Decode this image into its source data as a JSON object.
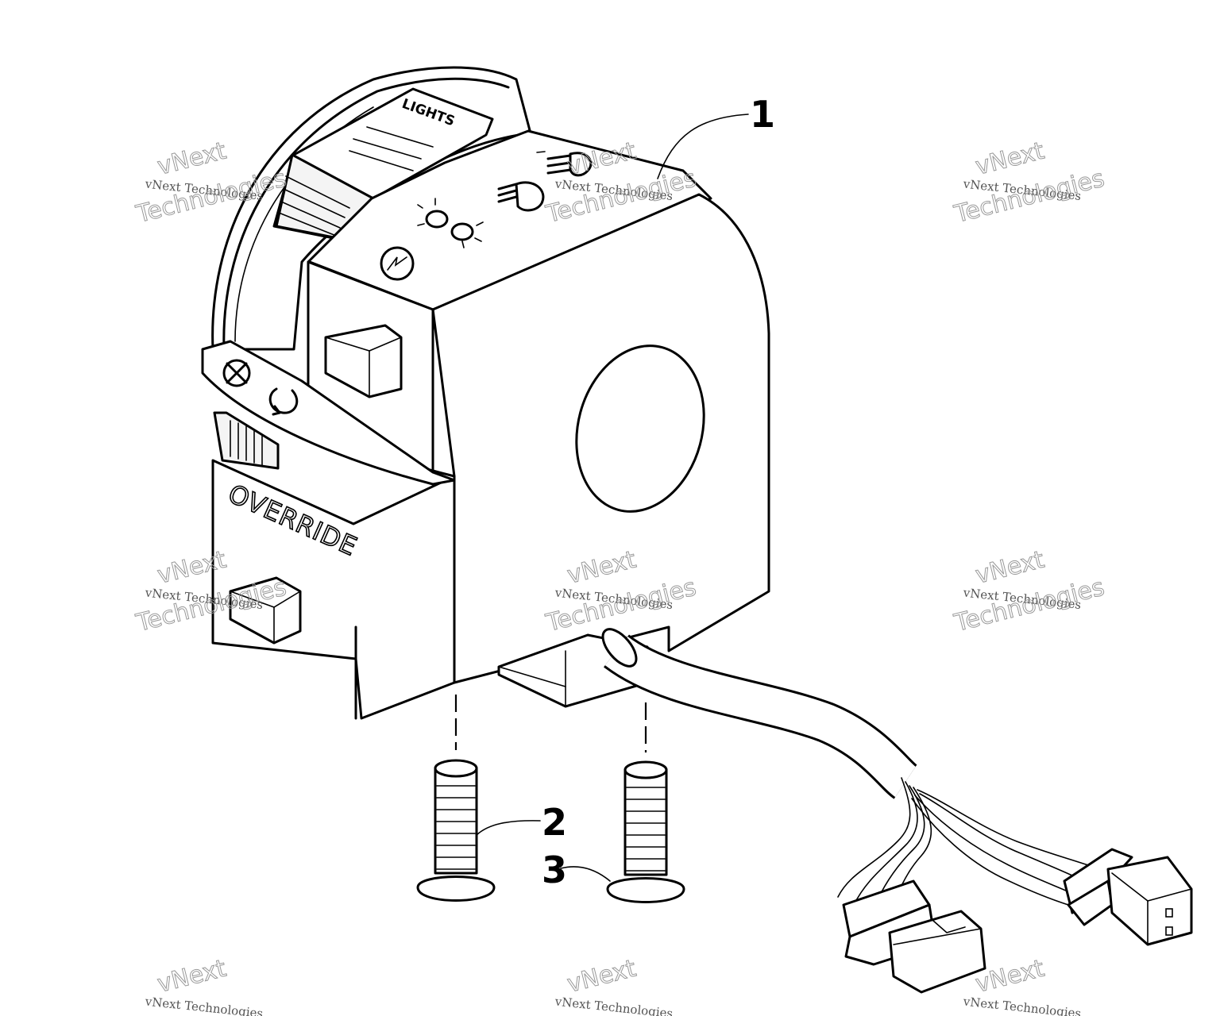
{
  "callouts": {
    "part1": "1",
    "part2": "2",
    "part3": "3"
  },
  "labels": {
    "lights": "LIGHTS",
    "override": "OVERRIDE"
  },
  "watermark": {
    "line1": "vNext Technologies",
    "big1": "vNext",
    "big2": "Technologies"
  },
  "icons": [
    "high-beam-icon",
    "low-beam-icon",
    "parking-light-icon",
    "starter-icon",
    "engine-stop-icon",
    "engine-run-icon"
  ],
  "colors": {
    "ink": "#000000",
    "paper": "#ffffff",
    "watermark": "#999999"
  }
}
